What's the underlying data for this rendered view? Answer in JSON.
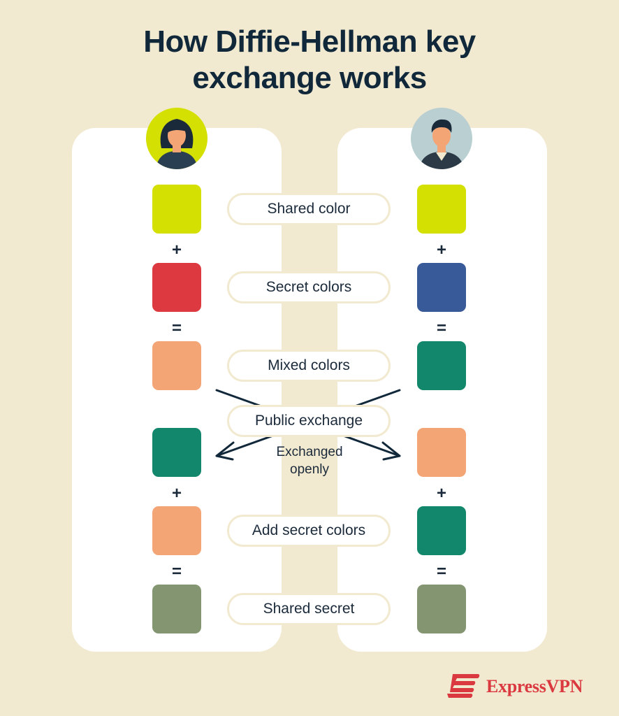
{
  "title": {
    "line1": "How Diffie-Hellman key",
    "line2": "exchange works"
  },
  "labels": {
    "shared_color": "Shared color",
    "secret_colors": "Secret colors",
    "mixed_colors": "Mixed colors",
    "public_exchange": "Public exchange",
    "exchanged_openly_1": "Exchanged",
    "exchanged_openly_2": "openly",
    "add_secret_colors": "Add secret colors",
    "shared_secret": "Shared secret"
  },
  "operators": {
    "plus": "+",
    "equals": "="
  },
  "colors": {
    "background": "#f2ead0",
    "shared": "#d4e002",
    "secret_left": "#dc3a40",
    "secret_right": "#395a98",
    "mixed_left": "#f4a576",
    "mixed_right": "#12876c",
    "shared_secret": "#849572",
    "brand": "#da3940"
  },
  "icons": {
    "left_person": "woman-avatar-icon",
    "right_person": "man-avatar-icon",
    "logo": "expressvpn-logo-icon"
  },
  "brand": {
    "name": "ExpressVPN"
  }
}
